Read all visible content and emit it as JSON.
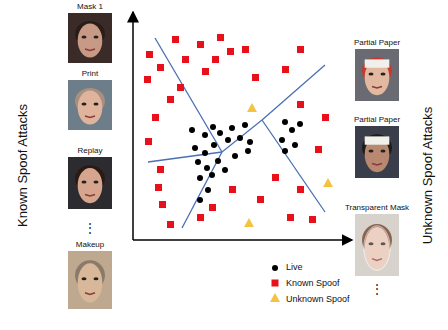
{
  "diagram": {
    "nodes": [
      {
        "text": [
          "Mask 1"
        ]
      },
      {
        "text": [
          "Print"
        ]
      },
      {
        "text": [
          "Replay"
        ]
      },
      {
        "text": [
          "Makeup"
        ]
      },
      {
        "text": [
          "Partial Paper"
        ]
      },
      {
        "text": [
          "Partial Paper"
        ]
      },
      {
        "text": [
          "Transparent Mask"
        ]
      }
    ],
    "labels": [
      "Known Spoof Attacks",
      "⋮",
      "Unknown Spoof Attacks",
      "⋮"
    ],
    "legend": [
      {
        "text": "Live"
      },
      {
        "text": "Known Spoof"
      },
      {
        "text": "Unknown Spoof"
      }
    ]
  }
}
